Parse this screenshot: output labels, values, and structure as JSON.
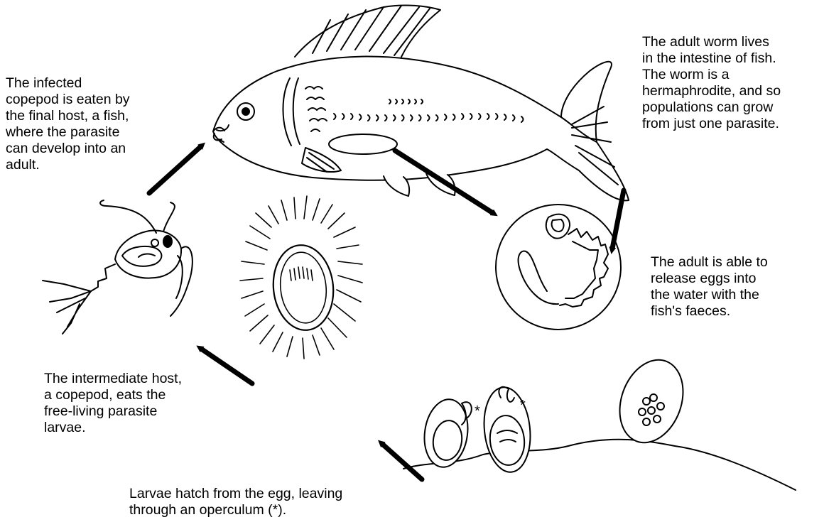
{
  "captions": {
    "infected_copepod": [
      "The infected",
      "copepod is eaten by",
      "the final host, a fish,",
      "where the parasite",
      "can develop into an",
      "adult."
    ],
    "adult_worm": [
      "The adult worm lives",
      "in the intestine of fish.",
      "The worm is a",
      "hermaphrodite, and so",
      "populations can grow",
      "from just one parasite."
    ],
    "release_eggs": [
      "The adult is able to",
      "release eggs into",
      "the water with the",
      "fish's faeces."
    ],
    "intermediate_host": [
      "The intermediate host,",
      "a copepod, eats the",
      "free-living parasite",
      "larvae."
    ],
    "larvae_hatch": [
      "Larvae hatch from the egg, leaving",
      "through an operculum (*)."
    ]
  },
  "operculum_marker": "*",
  "colors": {
    "ink": "#000000",
    "background": "#ffffff"
  }
}
